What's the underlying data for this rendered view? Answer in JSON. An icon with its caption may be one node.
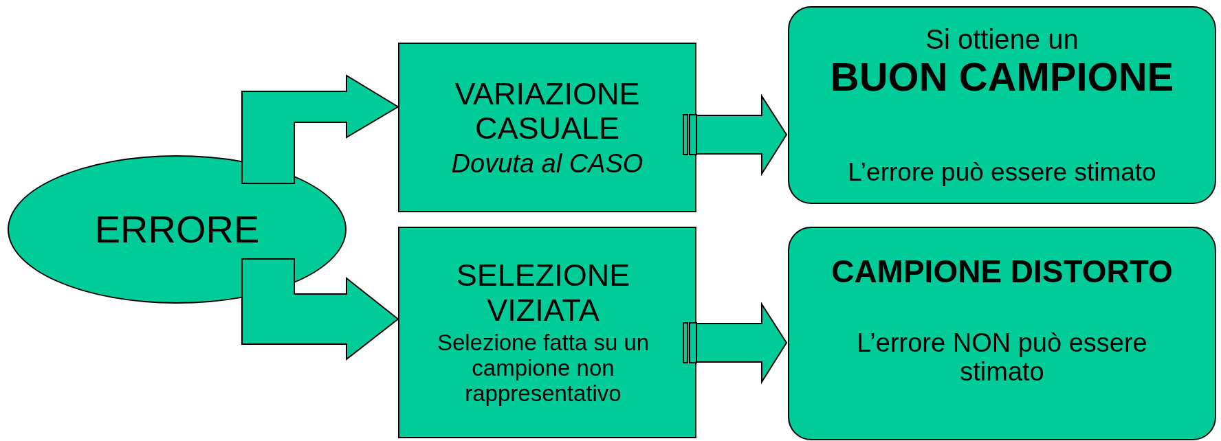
{
  "diagram": {
    "nodes": [
      {
        "text": [
          "ERRORE"
        ]
      },
      {
        "text": [
          "VARIAZIONE CASUALE",
          "Dovuta al CASO"
        ]
      },
      {
        "text": [
          "SELEZIONE VIZIATA",
          "Selezione fatta su un campione non rappresentativo"
        ]
      },
      {
        "text": [
          "Si ottiene un",
          "BUON CAMPIONE",
          "L’errore può essere stimato"
        ]
      },
      {
        "text": [
          "CAMPIONE DISTORTO",
          "L’errore NON può essere stimato"
        ]
      }
    ],
    "edges": [
      {
        "from": 0,
        "to": 1,
        "arrow": "to"
      },
      {
        "from": 0,
        "to": 2,
        "arrow": "to"
      },
      {
        "from": 1,
        "to": 3,
        "arrow": "to"
      },
      {
        "from": 2,
        "to": 4,
        "arrow": "to"
      }
    ]
  }
}
